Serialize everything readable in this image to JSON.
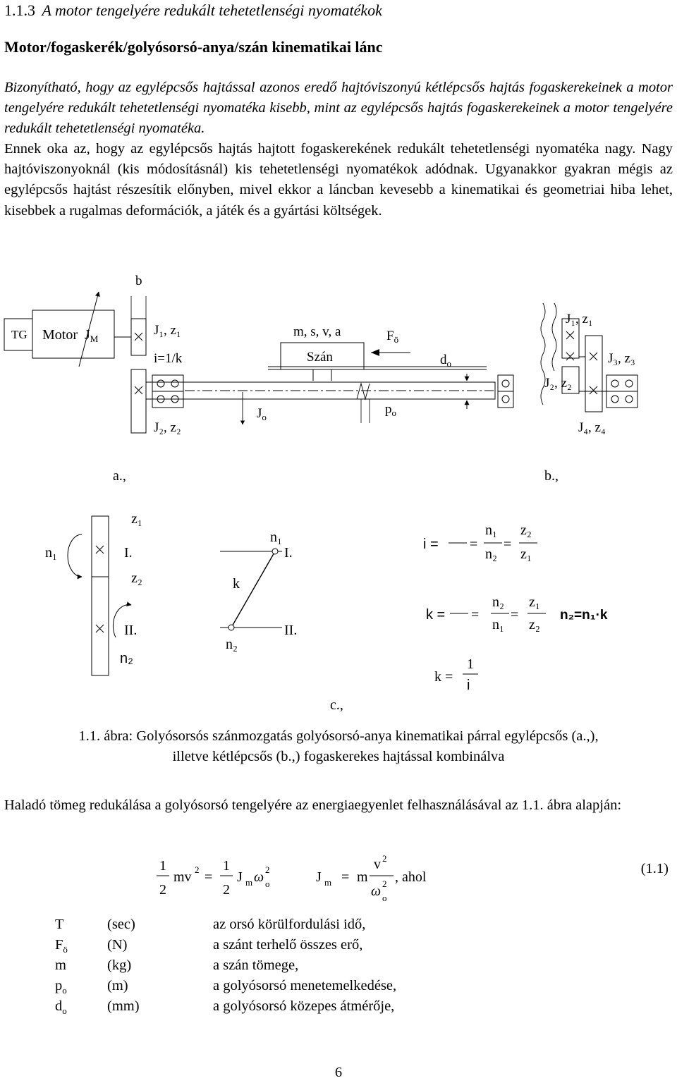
{
  "section": {
    "heading_num": "1.1.3",
    "heading": "A motor tengelyére redukált tehetetlenségi nyomatékok",
    "subheading": "Motor/fogaskerék/golyósorsó-anya/szán kinematikai lánc"
  },
  "paragraphs": {
    "p1": "Bizonyítható, hogy az egylépcsős hajtással azonos eredő hajtóviszonyú kétlépcsős hajtás fogaskerekeinek a motor tengelyére redukált tehetetlenségi nyomatéka kisebb, mint az egylépcsős hajtás fogaskerekeinek a motor tengelyére redukált tehetetlenségi nyomatéka.",
    "p2": "Ennek oka az, hogy az egylépcsős hajtás hajtott fogaskerekének redukált tehetetlenségi nyomatéka nagy. Nagy hajtóviszonyoknál (kis módosításnál) kis tehetetlenségi nyomatékok adódnak. Ugyanakkor gyakran mégis az egylépcsős hajtást részesítik előnyben, mivel ekkor a láncban kevesebb a kinematikai és geometriai hiba lehet, kisebbek a rugalmas deformációk, a játék és a gyártási költségek.",
    "p3": "Haladó tömeg redukálása a golyósorsó tengelyére az energiaegyenlet felhasználásával az 1.1. ábra alapján:"
  },
  "figure": {
    "a": {
      "b": "b",
      "tg": "TG",
      "motor": "Motor",
      "jm_j": "J",
      "jm_sub": "M",
      "j1z1": "J₁, z₁",
      "ratio": "i=1/k",
      "msva": "m, s, v, a",
      "szan": "Szán",
      "force_f": "F",
      "force_sub": "ö",
      "d_main": "d",
      "d_sub": "o",
      "p_main": "p",
      "p_sub": "o",
      "j_main": "J",
      "j_sub": "o",
      "j2z2": "J₂, z₂",
      "label": "a.,"
    },
    "b": {
      "j1z1": "J₁, z₁",
      "j3z3": "J₃, z₃",
      "j2z2": "J₂, z₂",
      "j4z4": "J₄, z₄",
      "label": "b.,"
    },
    "c": {
      "n1": "n₁",
      "n2": "n₂",
      "z1": "z₁",
      "z2": "z₂",
      "roman1": "I.",
      "roman2": "II.",
      "k": "k",
      "i_eq": "i =",
      "k_eq": "k =",
      "equals": "=",
      "n2_result": "n₂=n₁·k",
      "one": "1",
      "i": "i",
      "label": "c.,"
    }
  },
  "caption": {
    "line1": "1.1. ábra: Golyósorsós szánmozgatás golyósorsó-anya kinematikai párral egylépcsős (a.,),",
    "line2": "illetve kétlépcsős (b.,) fogaskerekes hajtással kombinálva"
  },
  "equation": {
    "one": "1",
    "two": "2",
    "mv2": "mv",
    "sq": "2",
    "eq": "=",
    "J": "J",
    "m_sub": "m",
    "omega": "ω",
    "o_sub": "o",
    "m": "m",
    "v": "v",
    "ahol": ", ahol",
    "number": "(1.1)"
  },
  "symbols": [
    {
      "sym": "T",
      "sub": "",
      "unit": "(sec)",
      "desc": "az orsó körülfordulási idő,"
    },
    {
      "sym": "F",
      "sub": "ö",
      "unit": "(N)",
      "desc": "a szánt terhelő összes erő,"
    },
    {
      "sym": "m",
      "sub": "",
      "unit": "(kg)",
      "desc": "a szán tömege,"
    },
    {
      "sym": "p",
      "sub": "o",
      "unit": "(m)",
      "desc": "a golyósorsó menetemelkedése,"
    },
    {
      "sym": "d",
      "sub": "o",
      "unit": "(mm)",
      "desc": "a golyósorsó közepes átmérője,"
    }
  ],
  "page_number": "6"
}
